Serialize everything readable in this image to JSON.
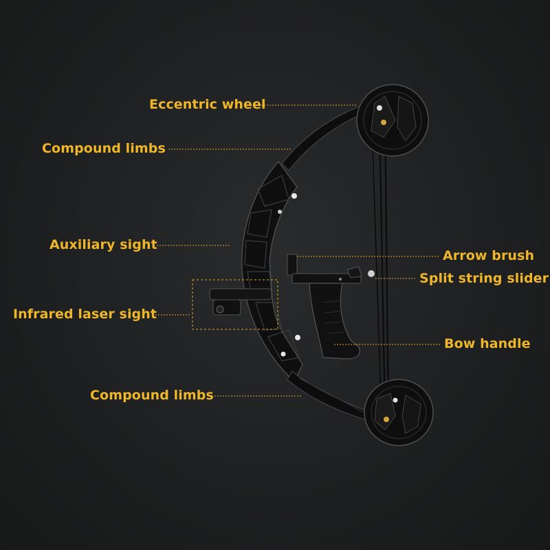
{
  "colors": {
    "background": "#1f2021",
    "label": "#f0b62a",
    "leader": "#e6a92a",
    "bow_metal": "#0c0c0c",
    "bow_edge": "#5a5a5a"
  },
  "labels": {
    "eccentric_wheel": "Eccentric wheel",
    "compound_limbs_top": "Compound limbs",
    "auxiliary_sight": "Auxiliary sight",
    "infrared_laser_sight": "Infrared laser sight",
    "compound_limbs_bottom": "Compound limbs",
    "arrow_brush": "Arrow brush",
    "split_string_slider": "Split string slider",
    "bow_handle": "Bow handle"
  }
}
